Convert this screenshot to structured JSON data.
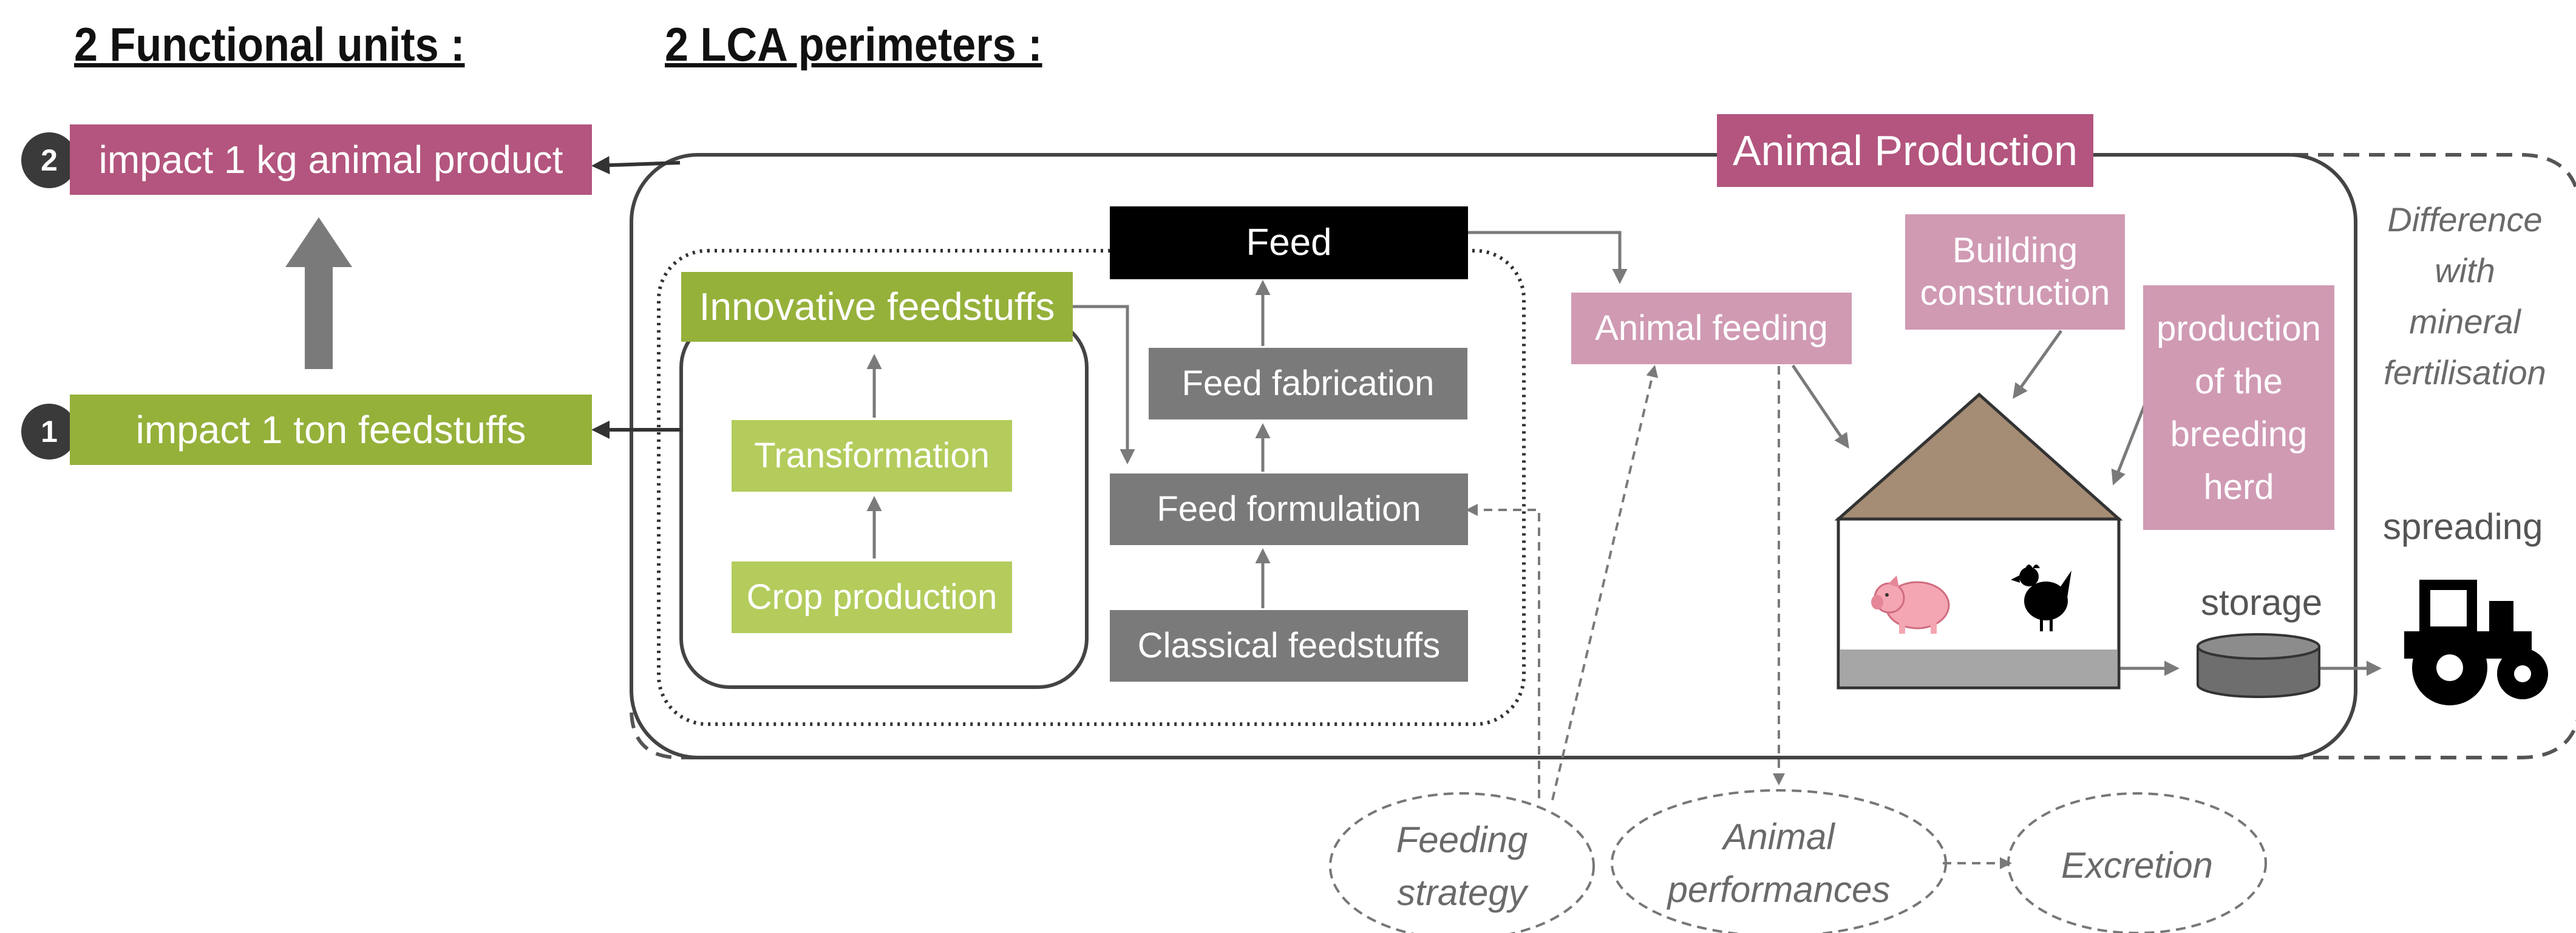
{
  "headings": {
    "functional_units": "2 Functional units :",
    "lca_perimeters": "2 LCA perimeters :"
  },
  "functional_units": [
    {
      "badge": "2",
      "label": "impact 1 kg animal product"
    },
    {
      "badge": "1",
      "label": "impact 1 ton feedstuffs"
    }
  ],
  "boxes": {
    "animal_production": "Animal Production",
    "feed": "Feed",
    "innovative_feedstuffs": "Innovative feedstuffs",
    "transformation": "Transformation",
    "crop_production": "Crop production",
    "feed_fabrication": "Feed fabrication",
    "feed_formulation": "Feed formulation",
    "classical_feedstuffs": "Classical feedstuffs",
    "animal_feeding": "Animal feeding",
    "building_construction": [
      "Building",
      "construction"
    ],
    "breeding_herd": [
      "production",
      "of the",
      "breeding",
      "herd"
    ]
  },
  "labels": {
    "storage": "storage",
    "spreading": "spreading",
    "mineral_note": [
      "Difference",
      "with",
      "mineral",
      "fertilisation"
    ]
  },
  "ovals": {
    "feeding_strategy": [
      "Feeding",
      "strategy"
    ],
    "animal_performances": [
      "Animal",
      "performances"
    ],
    "excretion": [
      "Excretion"
    ]
  },
  "colors": {
    "pink": "#b3557e",
    "light_pink": "#d09ab3",
    "green": "#95b13a",
    "light_green": "#b3cc5c",
    "gray": "#7a7a7a",
    "black": "#000000",
    "roof": "#a58c74"
  },
  "icons": [
    "pig-icon",
    "hen-icon",
    "tractor-icon",
    "barn-icon",
    "storage-tank-icon"
  ]
}
